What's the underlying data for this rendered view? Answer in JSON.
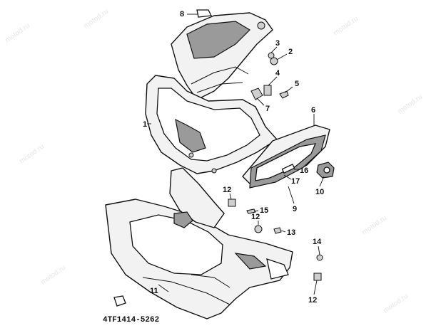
{
  "watermark": "motod.ru",
  "diagram_code": "4TF1414-5262",
  "callouts": {
    "c1": "1",
    "c2": "2",
    "c3": "3",
    "c4": "4",
    "c5": "5",
    "c6": "6",
    "c7": "7",
    "c8": "8",
    "c9": "9",
    "c10": "10",
    "c11": "11",
    "c12a": "12",
    "c12b": "12",
    "c12c": "12",
    "c13": "13",
    "c14": "14",
    "c15": "15",
    "c16": "16",
    "c17": "17"
  }
}
